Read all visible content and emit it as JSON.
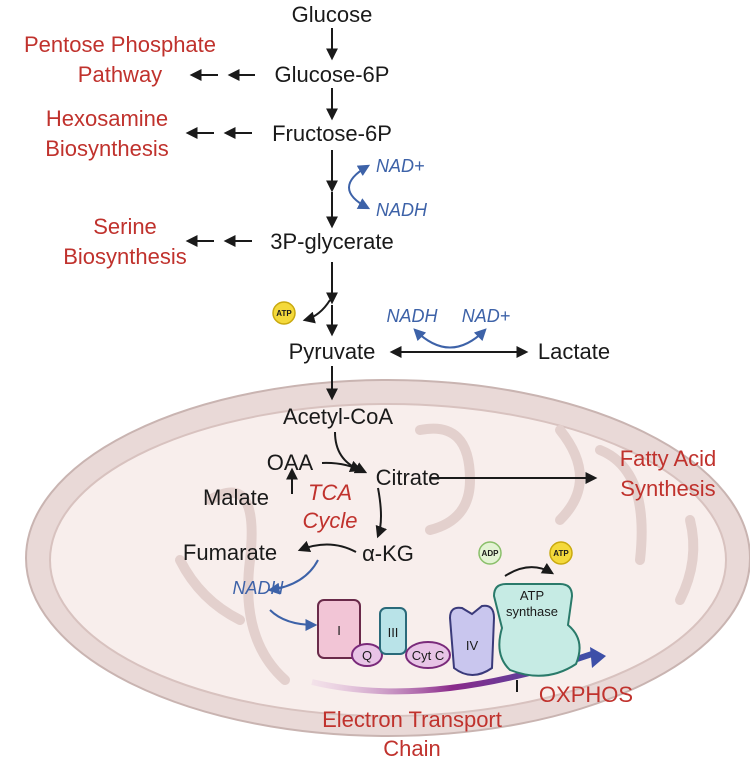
{
  "glycolysis": {
    "glucose": "Glucose",
    "g6p": "Glucose-6P",
    "f6p": "Fructose-6P",
    "nad_plus": "NAD+",
    "nadh": "NADH",
    "p3g": "3P-glycerate",
    "atp": "ATP",
    "pyruvate": "Pyruvate",
    "lactate": "Lactate",
    "ldh_nadh": "NADH",
    "ldh_nad_plus": "NAD+"
  },
  "branches": {
    "ppp_line1": "Pentose Phosphate",
    "ppp_line2": "Pathway",
    "hex_line1": "Hexosamine",
    "hex_line2": "Biosynthesis",
    "ser_line1": "Serine",
    "ser_line2": "Biosynthesis",
    "fa_line1": "Fatty Acid",
    "fa_line2": "Synthesis"
  },
  "tca": {
    "acetyl_coa": "Acetyl-CoA",
    "oaa": "OAA",
    "citrate": "Citrate",
    "malate": "Malate",
    "cycle_line1": "TCA",
    "cycle_line2": "Cycle",
    "akg": "α-KG",
    "fumarate": "Fumarate",
    "nadh": "NADH"
  },
  "etc": {
    "complex1": "I",
    "q": "Q",
    "complex3": "III",
    "cytc": "Cyt C",
    "complex4": "IV",
    "atp_synthase_line1": "ATP",
    "atp_synthase_line2": "synthase",
    "adp": "ADP",
    "atp": "ATP",
    "oxphos": "OXPHOS",
    "etc_line1": "Electron Transport",
    "etc_line2": "Chain"
  },
  "colors": {
    "red": "#c0322d",
    "blue": "#3d62a8",
    "mito_outer": "#e9d9d7",
    "mito_inner": "#f8eeec"
  }
}
